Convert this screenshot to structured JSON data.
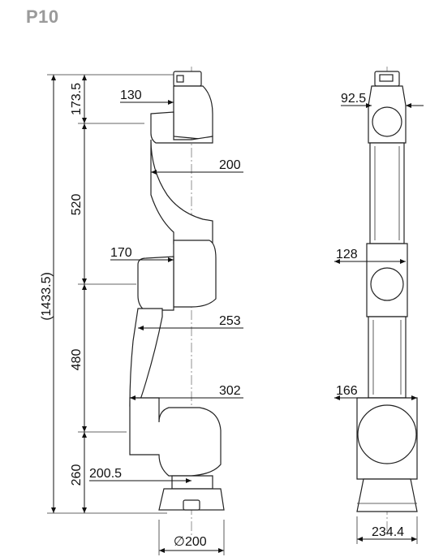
{
  "title": "P10",
  "front_view": {
    "vertical_dims": {
      "total": "(1433.5)",
      "base": "260",
      "lower_arm": "480",
      "upper_arm": "520",
      "top": "173.5"
    },
    "horizontal_dims": {
      "d130": "130",
      "d200": "200",
      "d170": "170",
      "d253": "253",
      "d302": "302",
      "d200_5": "200.5",
      "base_diameter": "∅200"
    }
  },
  "side_view": {
    "horizontal_dims": {
      "d92_5": "92.5",
      "d128": "128",
      "d166": "166",
      "d234_4": "234.4"
    }
  },
  "colors": {
    "line": "#111111",
    "title": "#9a9a9a"
  }
}
